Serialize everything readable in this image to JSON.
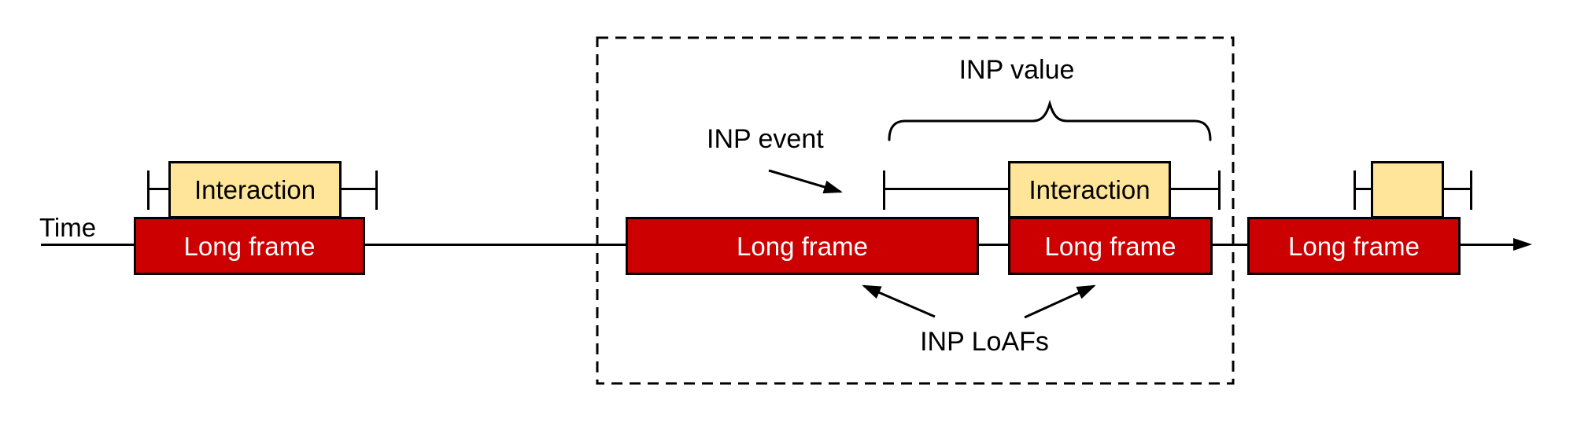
{
  "timeline": {
    "label": "Time"
  },
  "long_frames": [
    {
      "label": "Long frame"
    },
    {
      "label": "Long frame"
    },
    {
      "label": "Long frame"
    },
    {
      "label": "Long frame"
    }
  ],
  "interactions": [
    {
      "label": "Interaction"
    },
    {
      "label": "Interaction"
    },
    {
      "label": ""
    }
  ],
  "annotations": {
    "inp_event": "INP event",
    "inp_value": "INP value",
    "inp_loafs": "INP LoAFs"
  },
  "colors": {
    "long_frame_fill": "#cc0000",
    "long_frame_text": "#ffffff",
    "interaction_fill": "#ffe599",
    "interaction_text": "#000000",
    "stroke": "#000000",
    "background": "#ffffff"
  }
}
